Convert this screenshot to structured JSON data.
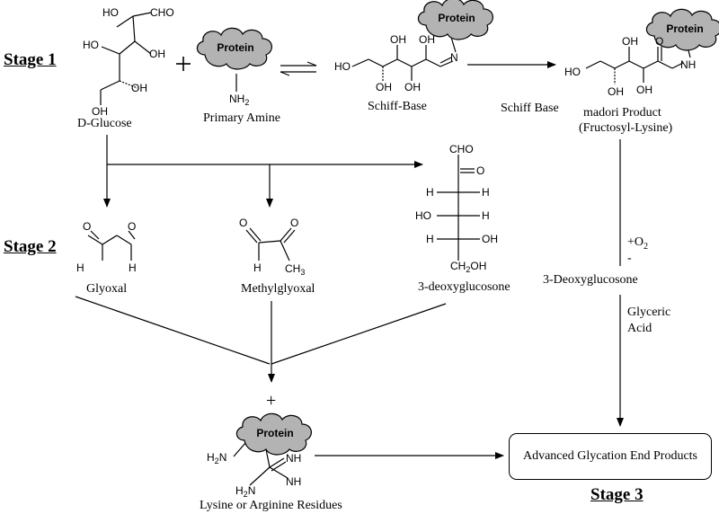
{
  "stages": {
    "stage1": "Stage 1",
    "stage2": "Stage 2",
    "stage3": "Stage 3"
  },
  "compounds": {
    "d_glucose": "D-Glucose",
    "primary_amine": "Primary Amine",
    "schiff_base": "Schiff-Base",
    "schiff_base_arrow": "Schiff  Base",
    "amadori_line1": "madori Product",
    "amadori_line2": "(Fructosyl-Lysine)",
    "glyoxal": "Glyoxal",
    "methylglyoxal": "Methylglyoxal",
    "deoxyglucosone_lower": "3-deoxyglucosone",
    "deoxyglucosone_right": "3-Deoxyglucosone",
    "lysine_arginine": "Lysine or Arginine Residues",
    "age": "Advanced Glycation End Products"
  },
  "protein_label": "Protein",
  "reagents": {
    "plus_o2": "+O",
    "plus_o2_sub": "2",
    "minus": "-",
    "glyceric_acid_line1": "Glyceric",
    "glyceric_acid_line2": "Acid"
  },
  "operators": {
    "plus": "+"
  },
  "atoms": {
    "ho": "HO",
    "oh": "OH",
    "cho": "CHO",
    "o": "O",
    "h": "H",
    "nh2": "NH",
    "nh2_sub": "2",
    "h2n": "H",
    "h2n_sub": "2",
    "h2n_n": "N",
    "n": "N",
    "nh": "NH",
    "ch3": "CH",
    "ch3_sub": "3",
    "ch2oh": "CH",
    "ch2oh_sub": "2",
    "ch2oh_oh": "OH"
  }
}
